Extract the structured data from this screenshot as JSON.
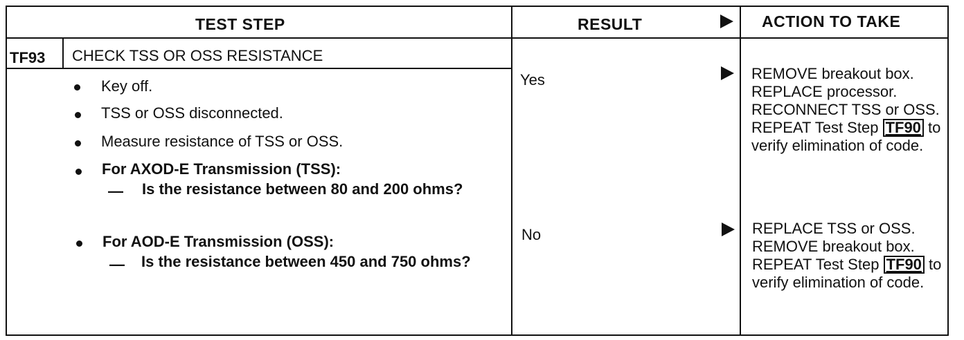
{
  "header": {
    "test_step": "TEST STEP",
    "result": "RESULT",
    "action": "ACTION TO TAKE"
  },
  "step": {
    "id": "TF93",
    "title": "CHECK TSS OR OSS RESISTANCE"
  },
  "bullets": {
    "b1": "Key off.",
    "b2": "TSS or OSS disconnected.",
    "b3": "Measure resistance of TSS or OSS.",
    "b4": "For AXOD-E Transmission (TSS):",
    "b4_question": "Is the resistance between 80 and 200 ohms?",
    "b5": "For AOD-E Transmission (OSS):",
    "b5_question": "Is the resistance between 450 and 750 ohms?"
  },
  "results": {
    "yes": "Yes",
    "no": "No"
  },
  "actions": {
    "yes_before": "REMOVE breakout box. REPLACE processor. RECONNECT TSS or OSS. REPEAT Test Step",
    "yes_ref": "TF90",
    "yes_after": "to verify elimination of code.",
    "no_before": "REPLACE TSS or OSS. REMOVE breakout box. REPEAT Test Step",
    "no_ref": "TF90",
    "no_after": "to verify elimination of code."
  },
  "icons": {
    "arrow": "arrow-right-icon",
    "bullet": "bullet-icon"
  }
}
